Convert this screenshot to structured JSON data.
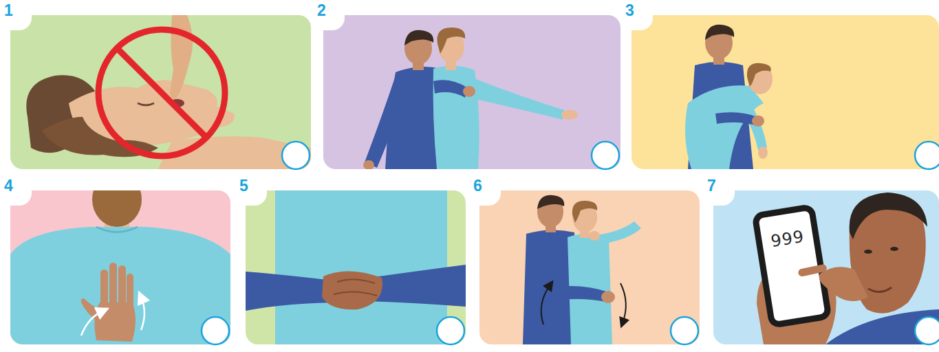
{
  "diagram": {
    "nodes": [
      {
        "text": [
          "1"
        ]
      },
      {
        "text": [
          "2"
        ]
      },
      {
        "text": [
          "3"
        ]
      },
      {
        "text": [
          "4"
        ]
      },
      {
        "text": [
          "5"
        ]
      },
      {
        "text": [
          "6"
        ]
      },
      {
        "text": [
          "7"
        ]
      },
      {
        "text": [
          "999"
        ],
        "in": 6
      }
    ]
  }
}
